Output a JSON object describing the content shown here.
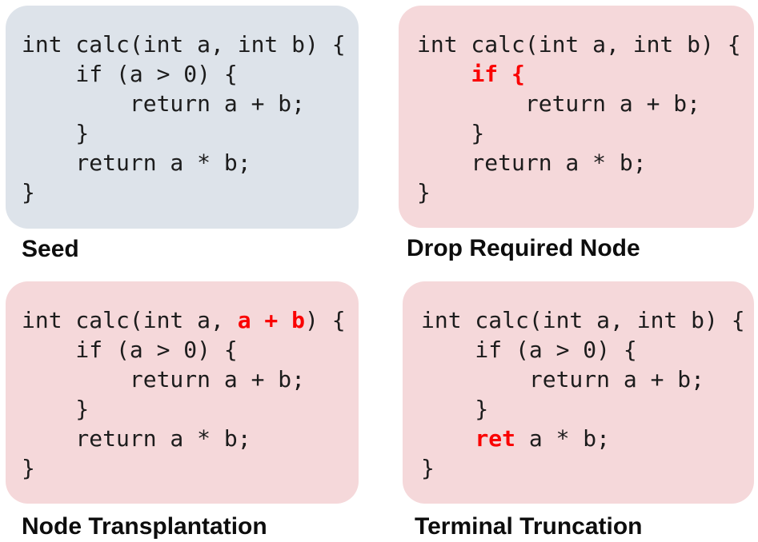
{
  "colors": {
    "page_bg": "#ffffff",
    "seed_bg": "#dde3ea",
    "mutated_bg": "#f5d8da",
    "highlight": "#fa0202",
    "code_text": "#1c1c1c",
    "caption_text": "#0d0d0d"
  },
  "panels": [
    {
      "id": "seed",
      "label": "Seed",
      "variant": "seed",
      "code_lines": [
        [
          {
            "text": "int calc(int a, int b) {"
          }
        ],
        [
          {
            "text": "    if (a > 0) {"
          }
        ],
        [
          {
            "text": "        return a + b;"
          }
        ],
        [
          {
            "text": "    }"
          }
        ],
        [
          {
            "text": "    return a * b;"
          }
        ],
        [
          {
            "text": "}"
          }
        ]
      ]
    },
    {
      "id": "drop-required-node",
      "label": "Drop Required Node",
      "variant": "mutated",
      "code_lines": [
        [
          {
            "text": "int calc(int a, int b) {"
          }
        ],
        [
          {
            "text": "    "
          },
          {
            "text": "if {",
            "highlight": true
          }
        ],
        [
          {
            "text": "        return a + b;"
          }
        ],
        [
          {
            "text": "    }"
          }
        ],
        [
          {
            "text": "    return a * b;"
          }
        ],
        [
          {
            "text": "}"
          }
        ]
      ]
    },
    {
      "id": "node-transplantation",
      "label": "Node Transplantation",
      "variant": "mutated",
      "code_lines": [
        [
          {
            "text": "int calc(int a, "
          },
          {
            "text": "a + b",
            "highlight": true
          },
          {
            "text": ") {"
          }
        ],
        [
          {
            "text": "    if (a > 0) {"
          }
        ],
        [
          {
            "text": "        return a + b;"
          }
        ],
        [
          {
            "text": "    }"
          }
        ],
        [
          {
            "text": "    return a * b;"
          }
        ],
        [
          {
            "text": "}"
          }
        ]
      ]
    },
    {
      "id": "terminal-truncation",
      "label": "Terminal Truncation",
      "variant": "mutated",
      "code_lines": [
        [
          {
            "text": "int calc(int a, int b) {"
          }
        ],
        [
          {
            "text": "    if (a > 0) {"
          }
        ],
        [
          {
            "text": "        return a + b;"
          }
        ],
        [
          {
            "text": "    }"
          }
        ],
        [
          {
            "text": "    "
          },
          {
            "text": "ret",
            "highlight": true
          },
          {
            "text": " a * b;"
          }
        ],
        [
          {
            "text": "}"
          }
        ]
      ]
    }
  ]
}
